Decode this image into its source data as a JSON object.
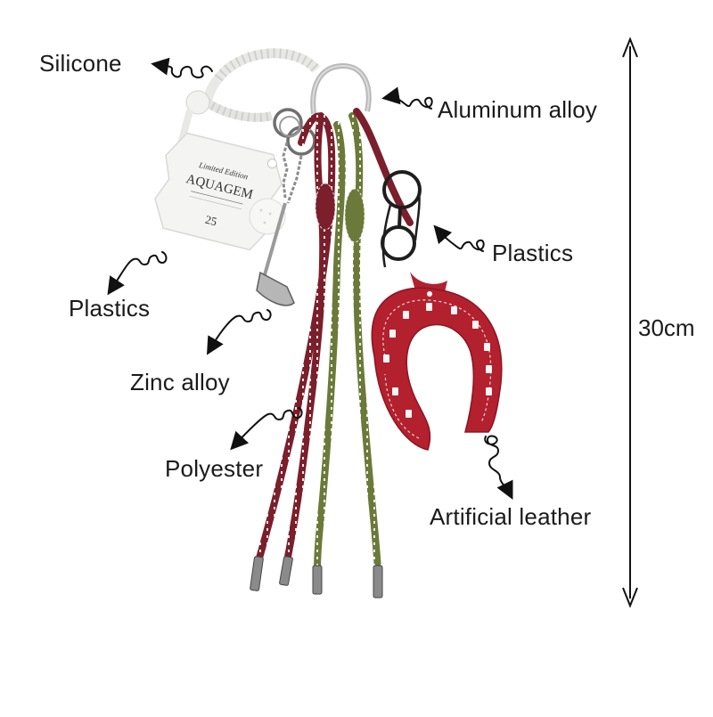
{
  "labels": {
    "silicone": "Silicone",
    "aluminum": "Aluminum alloy",
    "plastics_right": "Plastics",
    "plastics_left": "Plastics",
    "zinc": "Zinc alloy",
    "polyester": "Polyester",
    "leather": "Artificial leather"
  },
  "dimension": {
    "value": "30cm"
  },
  "tag": {
    "line1": "Limited Edition",
    "brand": "AQUAGEM",
    "number": "25"
  },
  "colors": {
    "cord_red": "#7a1f2b",
    "cord_green": "#6b7a3a",
    "leather_red": "#b3202e",
    "tag_white": "#f4f4f2",
    "metal": "#8a8a8a"
  }
}
